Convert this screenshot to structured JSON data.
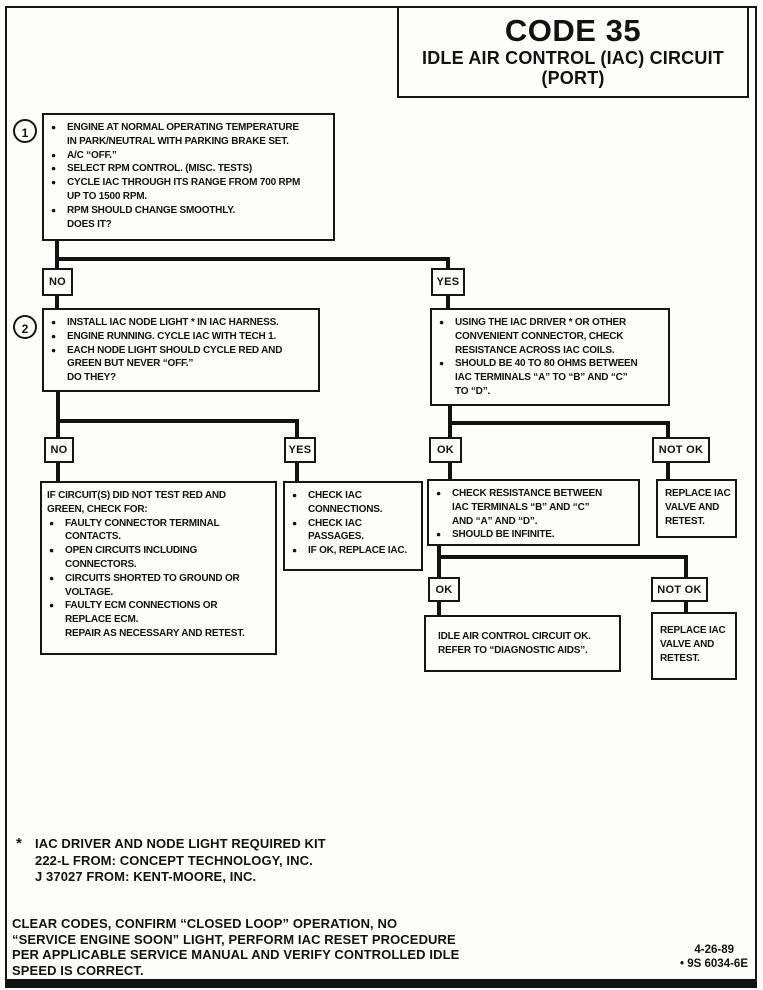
{
  "title": {
    "code": "CODE 35",
    "subtitle1": "IDLE AIR CONTROL (IAC) CIRCUIT",
    "subtitle2": "(PORT)"
  },
  "steps": {
    "step1": {
      "number": "1",
      "items": [
        {
          "b": true,
          "t": "ENGINE AT NORMAL OPERATING TEMPERATURE\nIN PARK/NEUTRAL WITH PARKING BRAKE SET."
        },
        {
          "b": true,
          "t": "A/C “OFF.”"
        },
        {
          "b": true,
          "t": "SELECT RPM CONTROL.  (MISC. TESTS)"
        },
        {
          "b": true,
          "t": "CYCLE IAC THROUGH ITS RANGE FROM 700 RPM\nUP TO 1500 RPM."
        },
        {
          "b": true,
          "t": "RPM SHOULD CHANGE SMOOTHLY.\nDOES IT?"
        }
      ]
    },
    "step2": {
      "number": "2",
      "items": [
        {
          "b": true,
          "t": "INSTALL IAC NODE LIGHT * IN IAC HARNESS."
        },
        {
          "b": true,
          "t": "ENGINE RUNNING.  CYCLE IAC WITH TECH 1."
        },
        {
          "b": true,
          "t": "EACH NODE LIGHT SHOULD CYCLE RED AND\nGREEN BUT NEVER “OFF.”\nDO THEY?"
        }
      ]
    },
    "iac_driver_check": {
      "items": [
        {
          "b": true,
          "t": "USING THE IAC DRIVER * OR OTHER\nCONVENIENT CONNECTOR, CHECK\nRESISTANCE ACROSS IAC COILS."
        },
        {
          "b": true,
          "t": "SHOULD BE 40 TO 80 OHMS BETWEEN\nIAC TERMINALS “A” TO “B” AND “C”\nTO “D”."
        }
      ]
    },
    "circuit_fail": {
      "items": [
        {
          "b": false,
          "t": "IF CIRCUIT(S) DID NOT TEST RED AND\nGREEN, CHECK FOR:"
        },
        {
          "b": true,
          "t": "FAULTY CONNECTOR TERMINAL\nCONTACTS."
        },
        {
          "b": true,
          "t": "OPEN CIRCUITS INCLUDING\nCONNECTORS."
        },
        {
          "b": true,
          "t": "CIRCUITS SHORTED TO GROUND OR\nVOLTAGE."
        },
        {
          "b": true,
          "t": "FAULTY ECM CONNECTIONS OR\nREPLACE ECM.\nREPAIR AS NECESSARY AND RETEST."
        }
      ]
    },
    "check_iac": {
      "items": [
        {
          "b": true,
          "t": "CHECK IAC\nCONNECTIONS."
        },
        {
          "b": true,
          "t": "CHECK IAC\nPASSAGES."
        },
        {
          "b": true,
          "t": "IF OK, REPLACE IAC."
        }
      ]
    },
    "resistance_check": {
      "items": [
        {
          "b": true,
          "t": "CHECK RESISTANCE BETWEEN\nIAC TERMINALS “B” AND “C”\nAND “A” AND “D”."
        },
        {
          "b": true,
          "t": "SHOULD BE INFINITE."
        }
      ]
    },
    "replace_iac_1": "REPLACE IAC\nVALVE AND\nRETEST.",
    "circuit_ok": "IDLE AIR CONTROL CIRCUIT OK.\nREFER TO “DIAGNOSTIC AIDS”.",
    "replace_iac_2": "REPLACE IAC\nVALVE AND\nRETEST."
  },
  "decisions": {
    "d1_no": "NO",
    "d1_yes": "YES",
    "d2_no": "NO",
    "d2_yes": "YES",
    "d2_ok": "OK",
    "d2_not_ok": "NOT OK",
    "d3_ok": "OK",
    "d3_not_ok": "NOT OK"
  },
  "footnote": {
    "marker": "*",
    "text": "IAC DRIVER AND NODE LIGHT REQUIRED KIT\n222-L FROM:  CONCEPT TECHNOLOGY, INC.\nJ 37027 FROM:  KENT-MOORE, INC."
  },
  "footer": {
    "note": "CLEAR CODES, CONFIRM “CLOSED LOOP” OPERATION, NO\n“SERVICE ENGINE SOON” LIGHT, PERFORM IAC RESET PROCEDURE\nPER APPLICABLE SERVICE MANUAL AND VERIFY CONTROLLED IDLE\nSPEED IS CORRECT.",
    "date": "4-26-89",
    "doc_number": "• 9S 6034-6E"
  }
}
